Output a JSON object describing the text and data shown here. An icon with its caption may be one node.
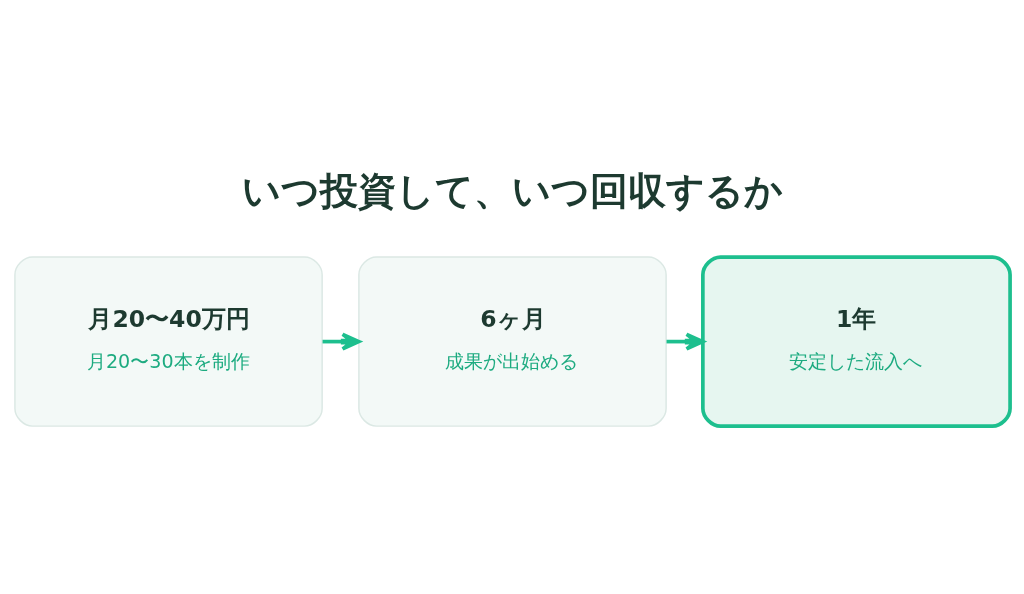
{
  "diagram": {
    "title": "いつ投資して、いつ回収するか",
    "nodes": [
      {
        "text": [
          "月20〜40万円",
          "月20〜30本を制作"
        ]
      },
      {
        "text": [
          "6ヶ月",
          "成果が出始める"
        ]
      },
      {
        "text": [
          "1年",
          "安定した流入へ"
        ]
      }
    ],
    "edges": [
      {
        "from": 0,
        "to": 1,
        "arrow": "to"
      },
      {
        "from": 1,
        "to": 2,
        "arrow": "to"
      }
    ]
  }
}
